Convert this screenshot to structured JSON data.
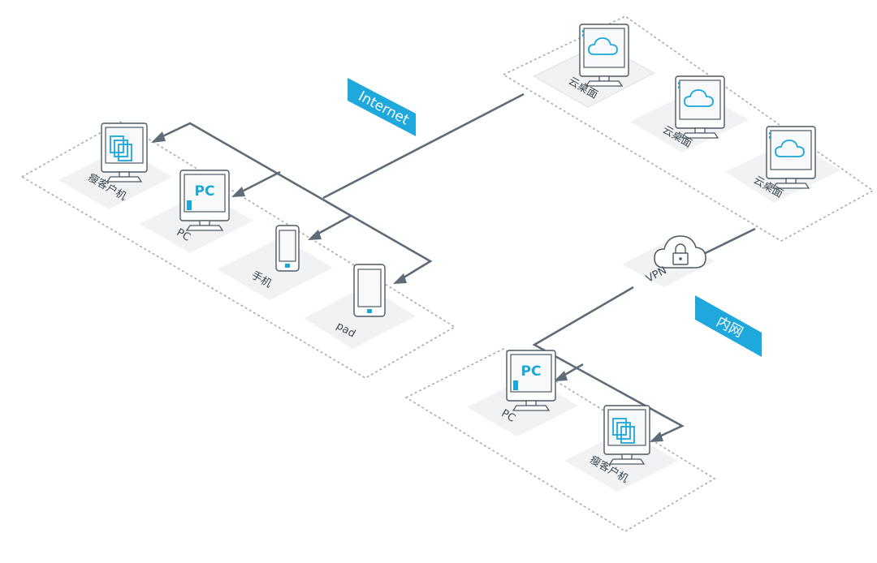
{
  "labels": {
    "internet": "Internet",
    "intranet": "内网",
    "vpn": "VPN",
    "cloud_desktop_1": "云桌面",
    "cloud_desktop_2": "云桌面",
    "cloud_desktop_3": "云桌面",
    "thin_client_left": "瘦客户机",
    "pc_left": "PC",
    "phone": "手机",
    "pad": "pad",
    "pc_right": "PC",
    "thin_client_right": "瘦客户机",
    "pc_screen_text": "PC"
  },
  "colors": {
    "accent": "#1ba7d9",
    "banner": "#1fa8dc",
    "line": "#5f6b76",
    "border": "#a7adb2",
    "tile": "#f1f2f3"
  },
  "icons": [
    "cloud-icon",
    "monitor-icon",
    "phone-icon",
    "tablet-icon",
    "lock-cloud-icon",
    "windows-stack-icon"
  ]
}
